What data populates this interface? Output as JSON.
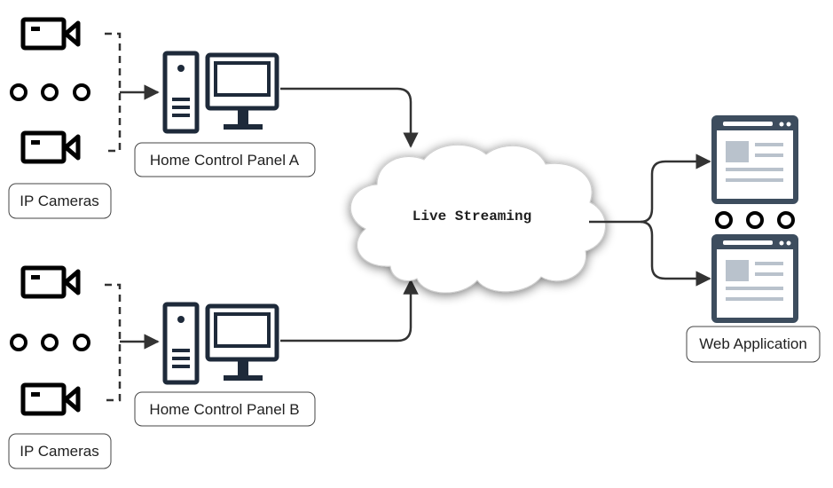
{
  "labels": {
    "cameras_top": "IP Cameras",
    "cameras_bottom": "IP Cameras",
    "panel_a": "Home Control Panel A",
    "panel_b": "Home Control Panel B",
    "cloud": "Live Streaming",
    "web_app": "Web Application"
  },
  "icons": {
    "camera": "video-camera-icon",
    "computer": "desktop-computer-icon",
    "browser": "browser-window-icon",
    "cloud": "cloud-icon",
    "ellipsis": "ellipsis-icon"
  },
  "colors": {
    "camera": "#000000",
    "computer": "#1e2a3a",
    "browser": "#3d4d5e",
    "browser_fill": "#ffffff",
    "browser_accent": "#b9c2cc",
    "line": "#333333"
  }
}
